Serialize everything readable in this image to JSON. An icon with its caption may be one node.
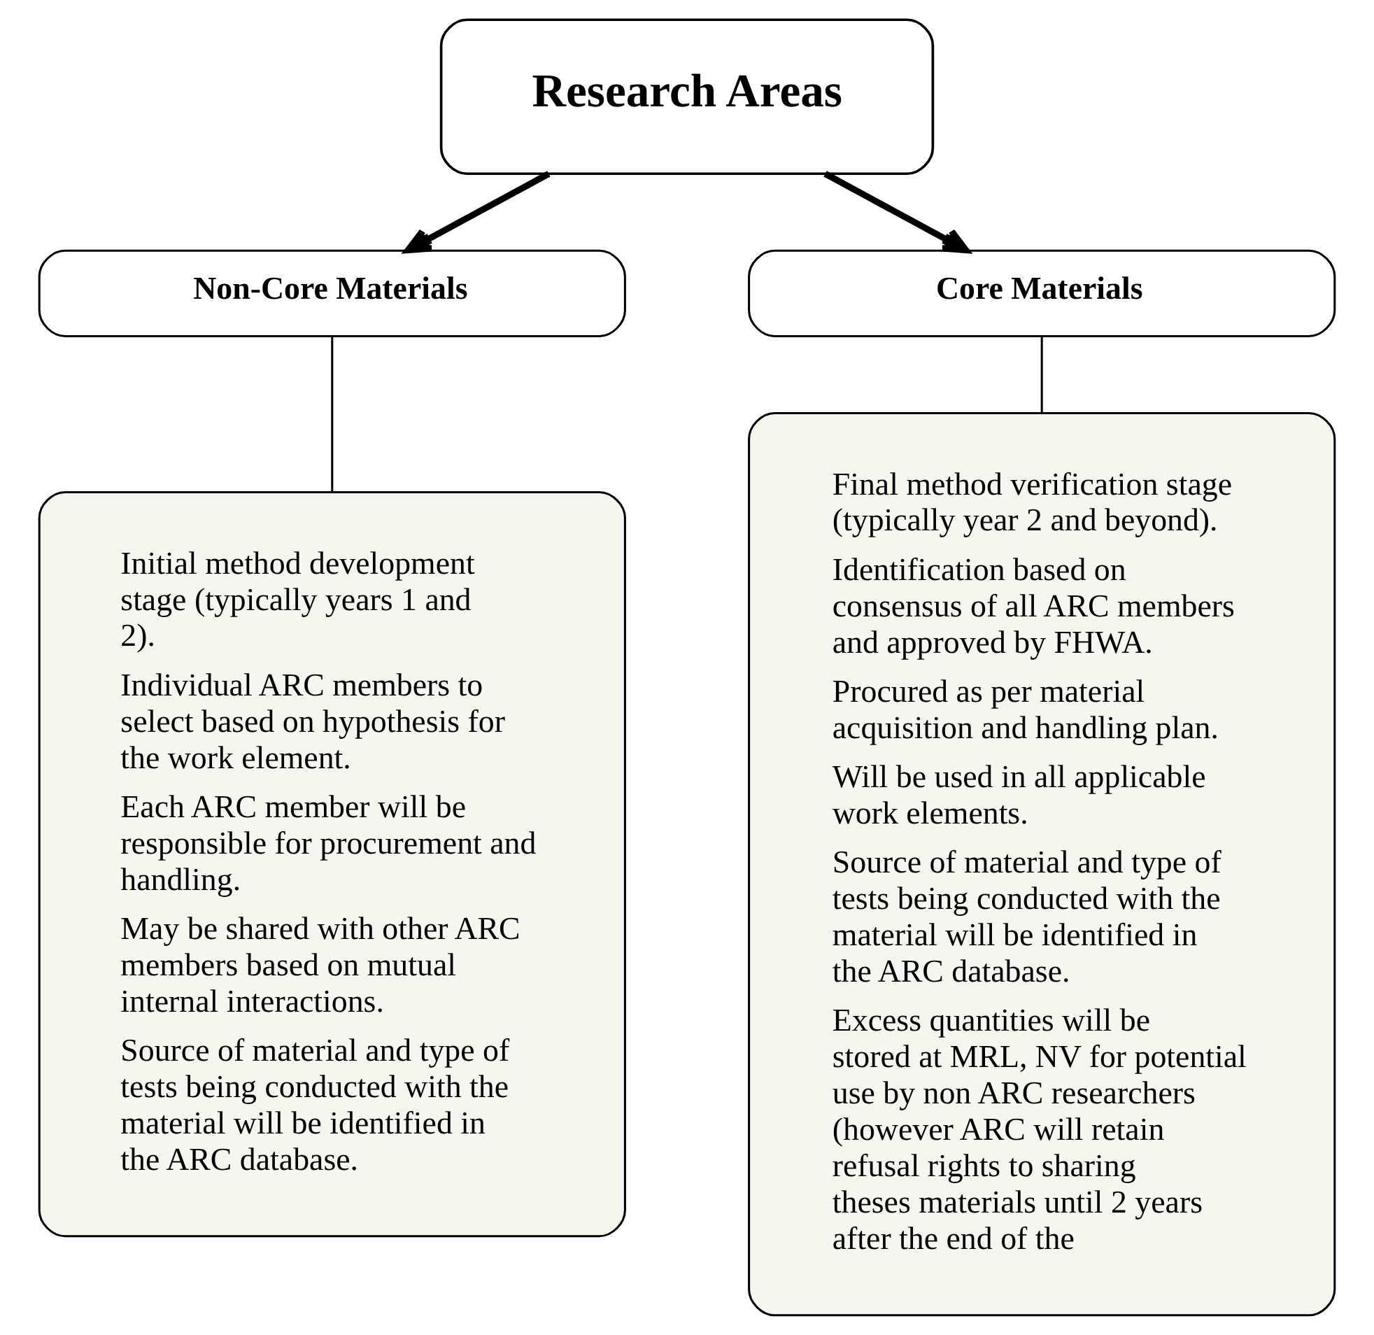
{
  "diagram": {
    "nodes": [
      {
        "text": [
          "Research Areas"
        ]
      },
      {
        "text": [
          "Non-Core Materials"
        ]
      },
      {
        "text": [
          "Initial method development stage (typically years 1 and 2).",
          "Individual ARC members to select based on hypothesis for the work element.",
          "Each ARC member will be responsible for procurement and handling.",
          "May be shared with other ARC members based on mutual internal interactions.",
          "Source of material and type of tests being conducted with the material will be identified in the ARC database."
        ]
      },
      {
        "text": [
          "Core Materials"
        ]
      },
      {
        "text": [
          "Final method verification stage (typically year 2 and beyond).",
          "Identification based on consensus of all ARC members and approved by FHWA.",
          "Procured as per material acquisition and handling plan.",
          "Will be used in all applicable work elements.",
          "Source of material and type of tests being conducted with the material will be identified in the ARC database.",
          "Excess quantities will be stored at MRL, NV for potential use by non ARC researchers (however ARC will retain refusal rights to sharing theses materials until 2 years after the end of the"
        ]
      }
    ],
    "edges": [
      {
        "from": 0,
        "to": 1,
        "arrow": "to",
        "style": "thick"
      },
      {
        "from": 0,
        "to": 3,
        "arrow": "to",
        "style": "thick"
      },
      {
        "from": 1,
        "to": 2,
        "arrow": "none"
      },
      {
        "from": 3,
        "to": 4,
        "arrow": "none"
      }
    ]
  }
}
